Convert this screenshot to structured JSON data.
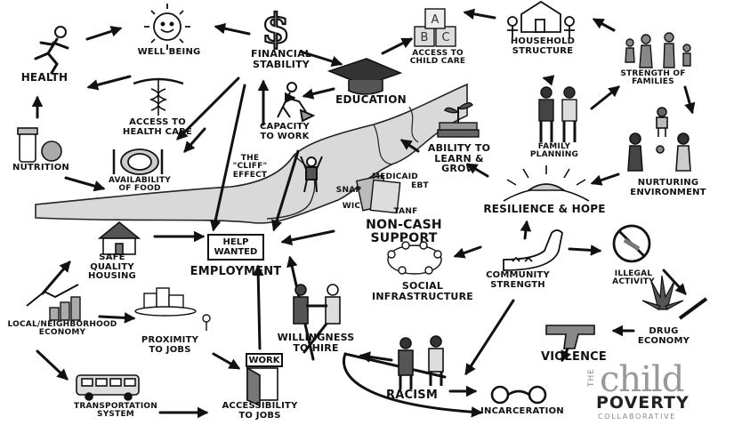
{
  "nodes": {
    "well_being": "WELL BEING",
    "financial_stability": "FINANCIAL\nSTABILITY",
    "access_child_care": "ACCESS TO\nCHILD CARE",
    "household_structure": "HOUSEHOLD\nSTRUCTURE",
    "health": "HEALTH",
    "education": "EDUCATION",
    "strength_of_families": "STRENGTH OF FAMILIES",
    "access_health_care": "ACCESS TO\nHEALTH CARE",
    "capacity_to_work": "CAPACITY\nTO WORK",
    "nutrition": "NUTRITION",
    "ability_learn": "ABILITY TO\nLEARN & GROW",
    "family_planning": "FAMILY\nPLANNING",
    "availability_food": "AVAILABILITY\nOF FOOD",
    "cliff_effect": "THE\n\"CLIFF\"\nEFFECT",
    "nurturing_environment": "NURTURING\nENVIRONMENT",
    "snap": "SNAP",
    "medicaid": "MEDICAID",
    "ebt": "EBT",
    "wic": "WIC",
    "tanf": "TANF",
    "non_cash_support": "NON-CASH SUPPORT",
    "resilience_hope": "RESILIENCE & HOPE",
    "help_wanted": "HELP\nWANTED",
    "safe_housing": "SAFE\nQUALITY\nHOUSING",
    "employment": "EMPLOYMENT",
    "social_infrastructure": "SOCIAL\nINFRASTRUCTURE",
    "community_strength": "COMMUNITY\nSTRENGTH",
    "illegal_activity": "ILLEGAL\nACTIVITY",
    "local_economy": "LOCAL/NEIGHBORHOOD\nECONOMY",
    "proximity_jobs": "PROXIMITY\nTO JOBS",
    "willingness_hire": "WILLINGNESS\nTO HIRE",
    "drug_economy": "DRUG\nECONOMY",
    "violence": "VIOLENCE",
    "work_sign": "WORK",
    "transportation": "TRANSPORTATION\nSYSTEM",
    "accessibility_jobs": "ACCESSIBILITY\nTO JOBS",
    "racism": "RACISM",
    "incarceration": "INCARCERATION"
  },
  "logo": {
    "the": "THE",
    "child": "child",
    "poverty": "POVERTY",
    "collaborative": "COLLABORATIVE"
  },
  "icons": {
    "sun": "sun-icon",
    "dollar": "dollar-icon",
    "blocks": "abc-blocks-icon",
    "house": "house-icon",
    "runner": "runner-icon",
    "cap": "graduation-cap-icon",
    "family": "family-figures-icon",
    "caduceus": "caduceus-icon",
    "worker": "worker-icon",
    "plant": "plant-books-icon",
    "jar": "food-jar-icon",
    "plate": "plate-icon",
    "sunrise": "sunrise-icon",
    "arm": "flexed-arm-icon",
    "no_sign": "prohibited-icon",
    "leaf": "cannabis-leaf-icon",
    "gun": "gun-icon",
    "cuffs": "handcuffs-icon",
    "bus": "bus-icon",
    "handshake": "handshake-icon",
    "coins": "coins-icon"
  }
}
